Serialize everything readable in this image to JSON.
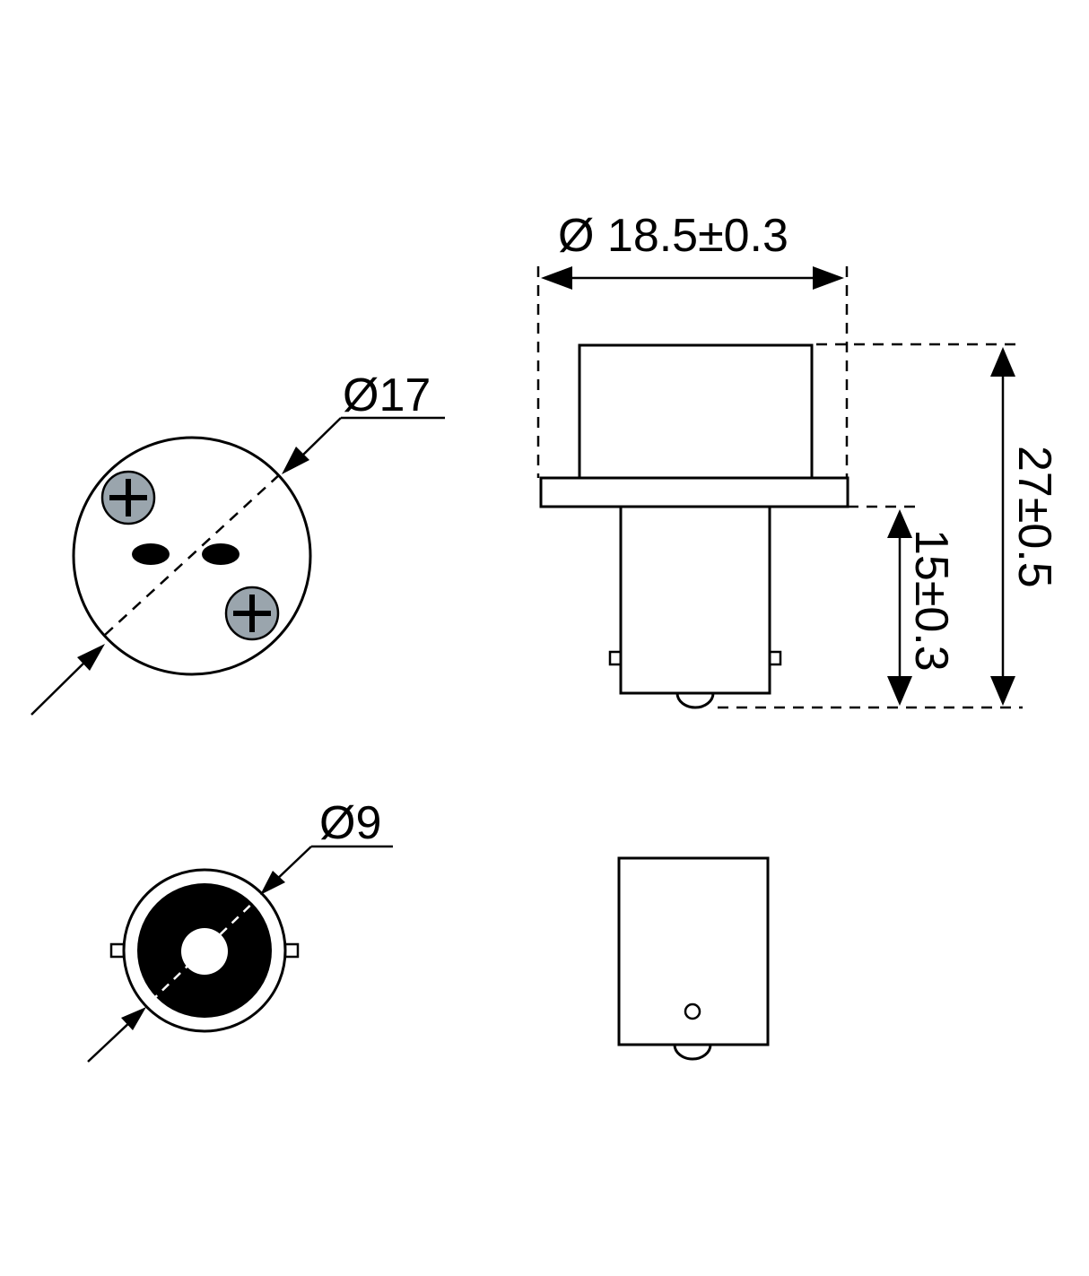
{
  "colors": {
    "line": "#000000",
    "background": "#ffffff",
    "screw_fill": "#9aa5ad"
  },
  "views": {
    "top_view": {
      "label": "Ø17",
      "screw_count": 2,
      "contact_count": 2,
      "screw_icon": "phillips-screw-icon"
    },
    "side_view": {
      "width_label": "Ø 18.5±0.3",
      "total_height_label": "27±0.5",
      "base_height_label": "15±0.3"
    },
    "bottom_view": {
      "label": "Ø9"
    },
    "base_side_view": {
      "label": ""
    }
  }
}
